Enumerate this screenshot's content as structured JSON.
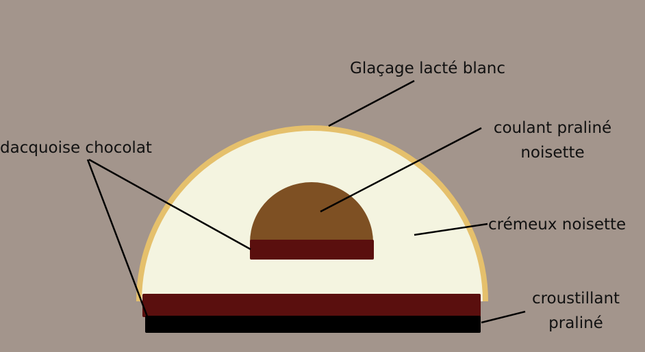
{
  "labels": {
    "glacage": "Glaçage lacté blanc",
    "coulant_line1": "coulant praliné",
    "coulant_line2": "noisette",
    "cremeux": "crémeux noisette",
    "croustillant_line1": "croustillant",
    "croustillant_line2": "praliné",
    "dacquoise": "dacquoise  chocolat"
  },
  "colors": {
    "background": "#a3958c",
    "glacage": "#e5c06c",
    "cremeux": "#f4f4e0",
    "coulant": "#7e5023",
    "dacquoise": "#5a0f0e",
    "croustillant": "#000000"
  }
}
